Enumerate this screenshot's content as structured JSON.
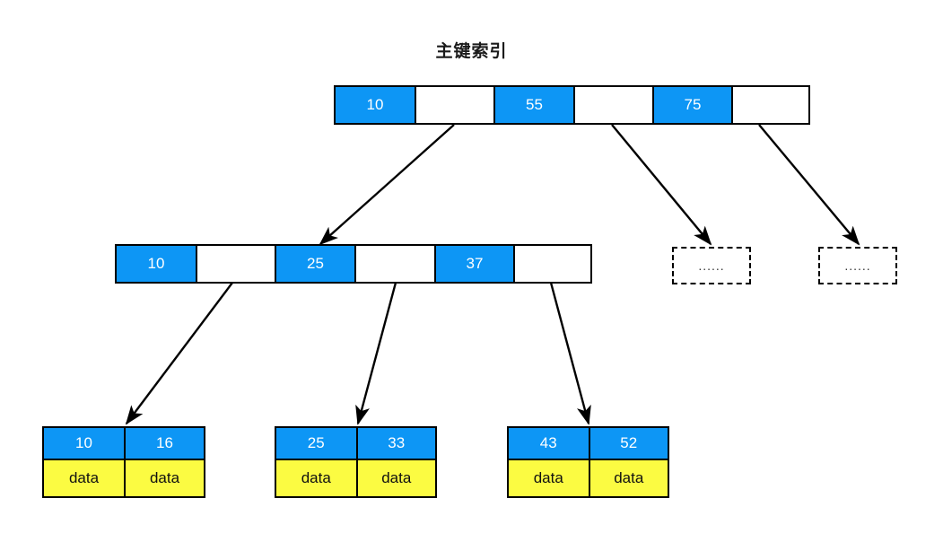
{
  "title": "主键索引",
  "colors": {
    "key_fill": "#0d96f5",
    "data_fill": "#fbfb42",
    "border": "#000000",
    "background": "#ffffff",
    "key_text": "#ffffff",
    "data_text": "#111111"
  },
  "chart_data": {
    "type": "diagram",
    "title": "主键索引",
    "structure": "b+tree-clustered-index",
    "levels": [
      {
        "level": 0,
        "name": "root",
        "nodes": [
          {
            "id": "root",
            "cells": [
              {
                "type": "key",
                "label": "10"
              },
              {
                "type": "pointer",
                "label": ""
              },
              {
                "type": "key",
                "label": "55"
              },
              {
                "type": "pointer",
                "label": ""
              },
              {
                "type": "key",
                "label": "75"
              },
              {
                "type": "pointer",
                "label": ""
              }
            ]
          }
        ]
      },
      {
        "level": 1,
        "name": "internal",
        "nodes": [
          {
            "id": "internal-1",
            "cells": [
              {
                "type": "key",
                "label": "10"
              },
              {
                "type": "pointer",
                "label": ""
              },
              {
                "type": "key",
                "label": "25"
              },
              {
                "type": "pointer",
                "label": ""
              },
              {
                "type": "key",
                "label": "37"
              },
              {
                "type": "pointer",
                "label": ""
              }
            ]
          },
          {
            "id": "ellipsis-1",
            "type": "placeholder",
            "label": "......"
          },
          {
            "id": "ellipsis-2",
            "type": "placeholder",
            "label": "......"
          }
        ]
      },
      {
        "level": 2,
        "name": "leaf",
        "nodes": [
          {
            "id": "leaf-1",
            "keys": [
              "10",
              "16"
            ],
            "datas": [
              "data",
              "data"
            ]
          },
          {
            "id": "leaf-2",
            "keys": [
              "25",
              "33"
            ],
            "datas": [
              "data",
              "data"
            ]
          },
          {
            "id": "leaf-3",
            "keys": [
              "43",
              "52"
            ],
            "datas": [
              "data",
              "data"
            ]
          }
        ]
      }
    ],
    "edges": [
      {
        "from": "root",
        "to": "internal-1"
      },
      {
        "from": "root",
        "to": "ellipsis-1"
      },
      {
        "from": "root",
        "to": "ellipsis-2"
      },
      {
        "from": "internal-1",
        "to": "leaf-1"
      },
      {
        "from": "internal-1",
        "to": "leaf-2"
      },
      {
        "from": "internal-1",
        "to": "leaf-3"
      }
    ]
  },
  "root": {
    "cells": [
      {
        "label": "10"
      },
      {
        "label": ""
      },
      {
        "label": "55"
      },
      {
        "label": ""
      },
      {
        "label": "75"
      },
      {
        "label": ""
      }
    ]
  },
  "internal": {
    "cells": [
      {
        "label": "10"
      },
      {
        "label": ""
      },
      {
        "label": "25"
      },
      {
        "label": ""
      },
      {
        "label": "37"
      },
      {
        "label": ""
      }
    ]
  },
  "placeholders": [
    {
      "label": "......"
    },
    {
      "label": "......"
    }
  ],
  "leaves": [
    {
      "keys": [
        "10",
        "16"
      ],
      "datas": [
        "data",
        "data"
      ]
    },
    {
      "keys": [
        "25",
        "33"
      ],
      "datas": [
        "data",
        "data"
      ]
    },
    {
      "keys": [
        "43",
        "52"
      ],
      "datas": [
        "data",
        "data"
      ]
    }
  ]
}
